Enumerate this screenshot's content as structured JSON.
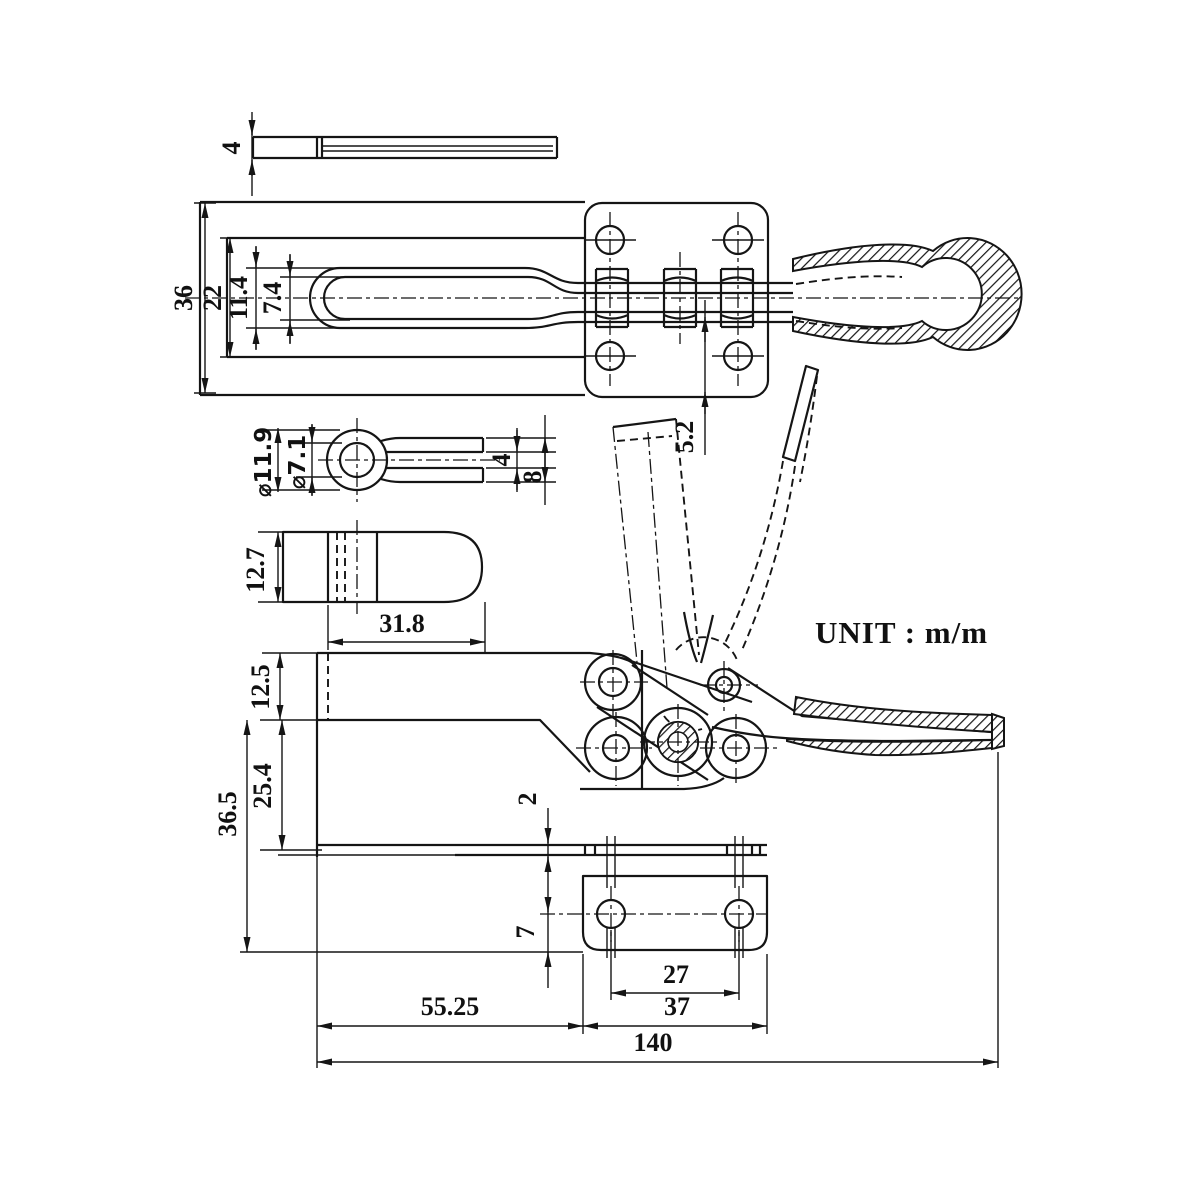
{
  "drawing": {
    "unit_note": "UNIT : m/m",
    "line_color": "#151515",
    "background": "#ffffff"
  },
  "dims": {
    "bar_thickness": "4",
    "base_plate_width": "36",
    "arm_width": "22",
    "slot_boss_width": "11.4",
    "slot_width": "7.4",
    "rod_offset": "5.2",
    "eye_outer_diameter": "⌀11.9",
    "eye_hole_diameter": "⌀7.1",
    "fork_slot_width": "4",
    "fork_overall_width": "8",
    "pad_height": "12.7",
    "pad_length": "31.8",
    "arm_section_height": "12.5",
    "bracket_drop": "25.4",
    "bracket_height": "36.5",
    "flange_thickness": "2",
    "hole_edge_distance": "7",
    "hole_spacing": "27",
    "base_width": "37",
    "bracket_to_base": "55.25",
    "overall_length": "140"
  }
}
